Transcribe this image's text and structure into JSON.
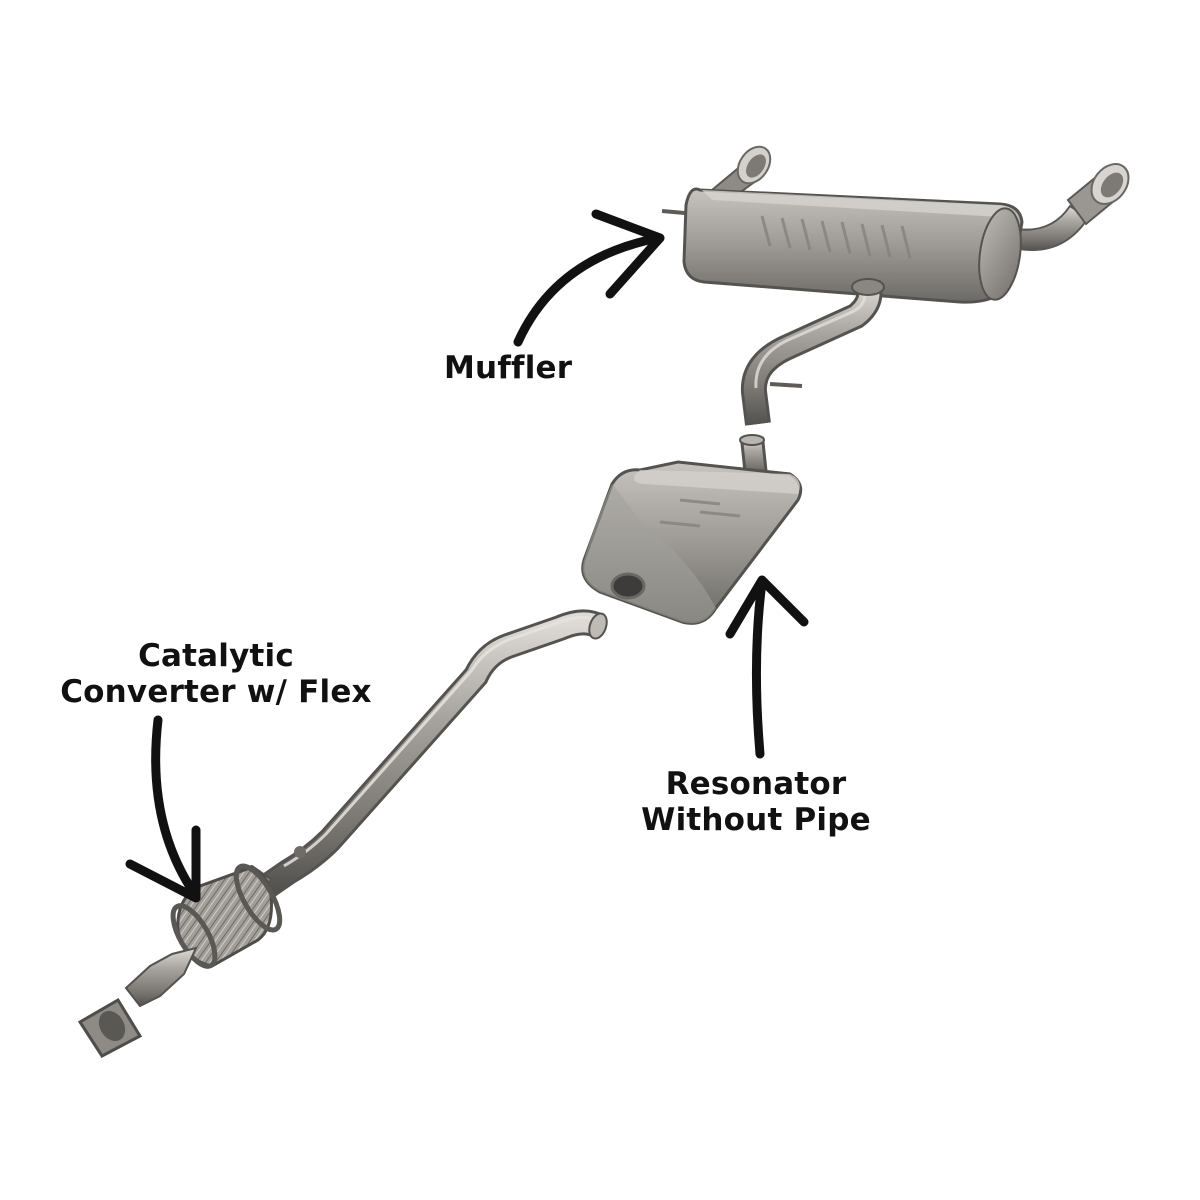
{
  "labels": {
    "muffler": "Muffler",
    "catalytic_line1": "Catalytic",
    "catalytic_line2": "Converter w/ Flex",
    "resonator_line1": "Resonator",
    "resonator_line2": "Without Pipe"
  },
  "colors": {
    "background": "#ffffff",
    "label_text": "#111111",
    "arrow": "#111111",
    "metal_light": "#c9c6c1",
    "metal_mid": "#9a9792",
    "metal_dark": "#5f5c58"
  },
  "parts": [
    {
      "id": "muffler",
      "icon": "muffler-icon"
    },
    {
      "id": "resonator",
      "icon": "resonator-icon"
    },
    {
      "id": "catalytic-converter",
      "icon": "catalytic-converter-icon"
    }
  ]
}
